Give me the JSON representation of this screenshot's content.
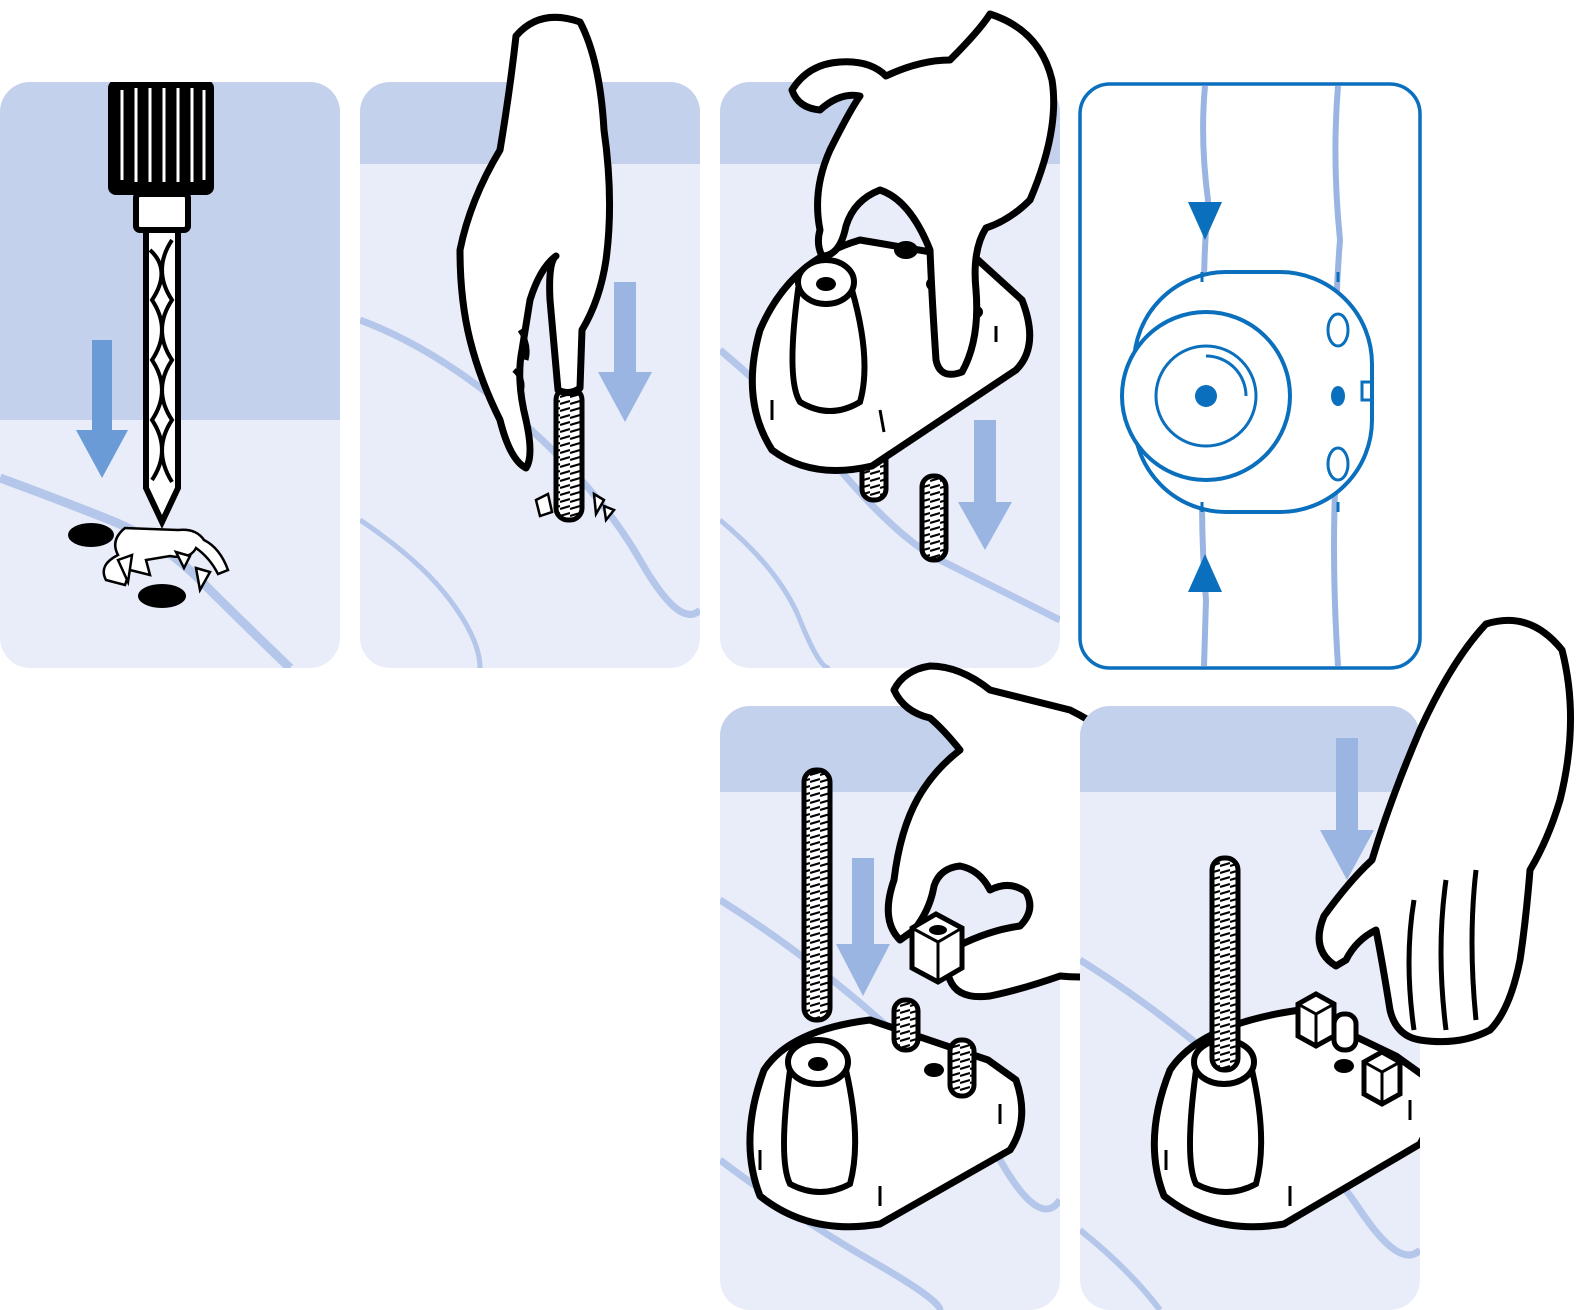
{
  "colors": {
    "panel_light": "#e8edf9",
    "panel_band": "#c3d1ec",
    "arrow": "#6b9bd6",
    "arrow_light": "#9bb5e2",
    "crack": "#b4c6ea",
    "accent_blue": "#0a6fbd",
    "ink": "#000000",
    "white": "#ffffff"
  },
  "steps": [
    {
      "id": 1,
      "name": "drill-holes"
    },
    {
      "id": 2,
      "name": "insert-threaded-rod"
    },
    {
      "id": 3,
      "name": "place-base-over-rods"
    },
    {
      "id": 4,
      "name": "alignment-detail"
    },
    {
      "id": 5,
      "name": "attach-nuts"
    },
    {
      "id": 6,
      "name": "tighten-assembly"
    }
  ],
  "icons": {
    "arrow": "down-arrow-icon",
    "alignment": "alignment-triangle-icon"
  }
}
